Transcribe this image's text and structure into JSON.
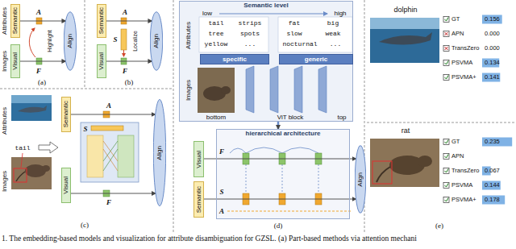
{
  "diagram": {
    "caption": "1. The embedding-based models and visualization for attribute disambiguation for GZSL. (a) Part-based methods via attention mechani",
    "nodes": [
      {
        "text": [
          "Semantic"
        ]
      },
      {
        "text": [
          "Visual"
        ]
      },
      {
        "text": [
          "Align"
        ]
      },
      {
        "text": [
          "Semantic"
        ]
      },
      {
        "text": [
          "Visual"
        ]
      },
      {
        "text": [
          "Align"
        ]
      },
      {
        "text": [
          "Semantic level"
        ]
      },
      {
        "text": [
          "specific"
        ],
        "in": 6
      },
      {
        "text": [
          "generic"
        ],
        "in": 6
      },
      {
        "text": [
          "Semantic"
        ]
      },
      {
        "text": [
          "Visual"
        ]
      },
      {
        "text": [
          "Align"
        ]
      },
      {
        "text": [
          "hierarchical architecture"
        ]
      },
      {
        "text": [
          "Visual"
        ]
      },
      {
        "text": [
          "Semantic"
        ]
      },
      {
        "text": [
          "Align"
        ]
      }
    ],
    "edges": [
      {
        "from": 0,
        "to": 2,
        "arrow": "to"
      },
      {
        "from": 1,
        "to": 2,
        "arrow": "to"
      },
      {
        "from": 3,
        "to": 5,
        "arrow": "to"
      },
      {
        "from": 4,
        "to": 5,
        "arrow": "to"
      },
      {
        "from": 9,
        "to": 11,
        "arrow": "to"
      },
      {
        "from": 10,
        "to": 11,
        "arrow": "to"
      },
      {
        "from": 6,
        "to": 12,
        "arrow": "to"
      },
      {
        "from": 13,
        "to": 15,
        "arrow": "to"
      },
      {
        "from": 14,
        "to": 15,
        "arrow": "to"
      }
    ],
    "labels": [
      "Attributes",
      "Images",
      "A",
      "F",
      "Highlight",
      "(a)",
      "A",
      "S",
      "Localize",
      "F",
      "(b)",
      "Attributes",
      "Images",
      "tail",
      "A",
      "S",
      "F",
      "(c)",
      "low",
      "high",
      "Attributes",
      "tail",
      "strips",
      "tree",
      "spots",
      "yellow",
      "...",
      "fat",
      "big",
      "slow",
      "weak",
      "nocturnal",
      "...",
      "Images",
      "bottom",
      "top",
      "ViT block",
      "F",
      "S",
      "A",
      "(d)",
      "dolphin",
      "GT",
      "0.156",
      "APN",
      "0.000",
      "TransZero",
      "0.000",
      "PSVMA",
      "0.134",
      "PSVMA+",
      "0.141",
      "rat",
      "GT",
      "0.235",
      "APN",
      "TransZero",
      "0.067",
      "PSVMA",
      "0.144",
      "PSVMA+",
      "0.178",
      "(e)"
    ]
  }
}
